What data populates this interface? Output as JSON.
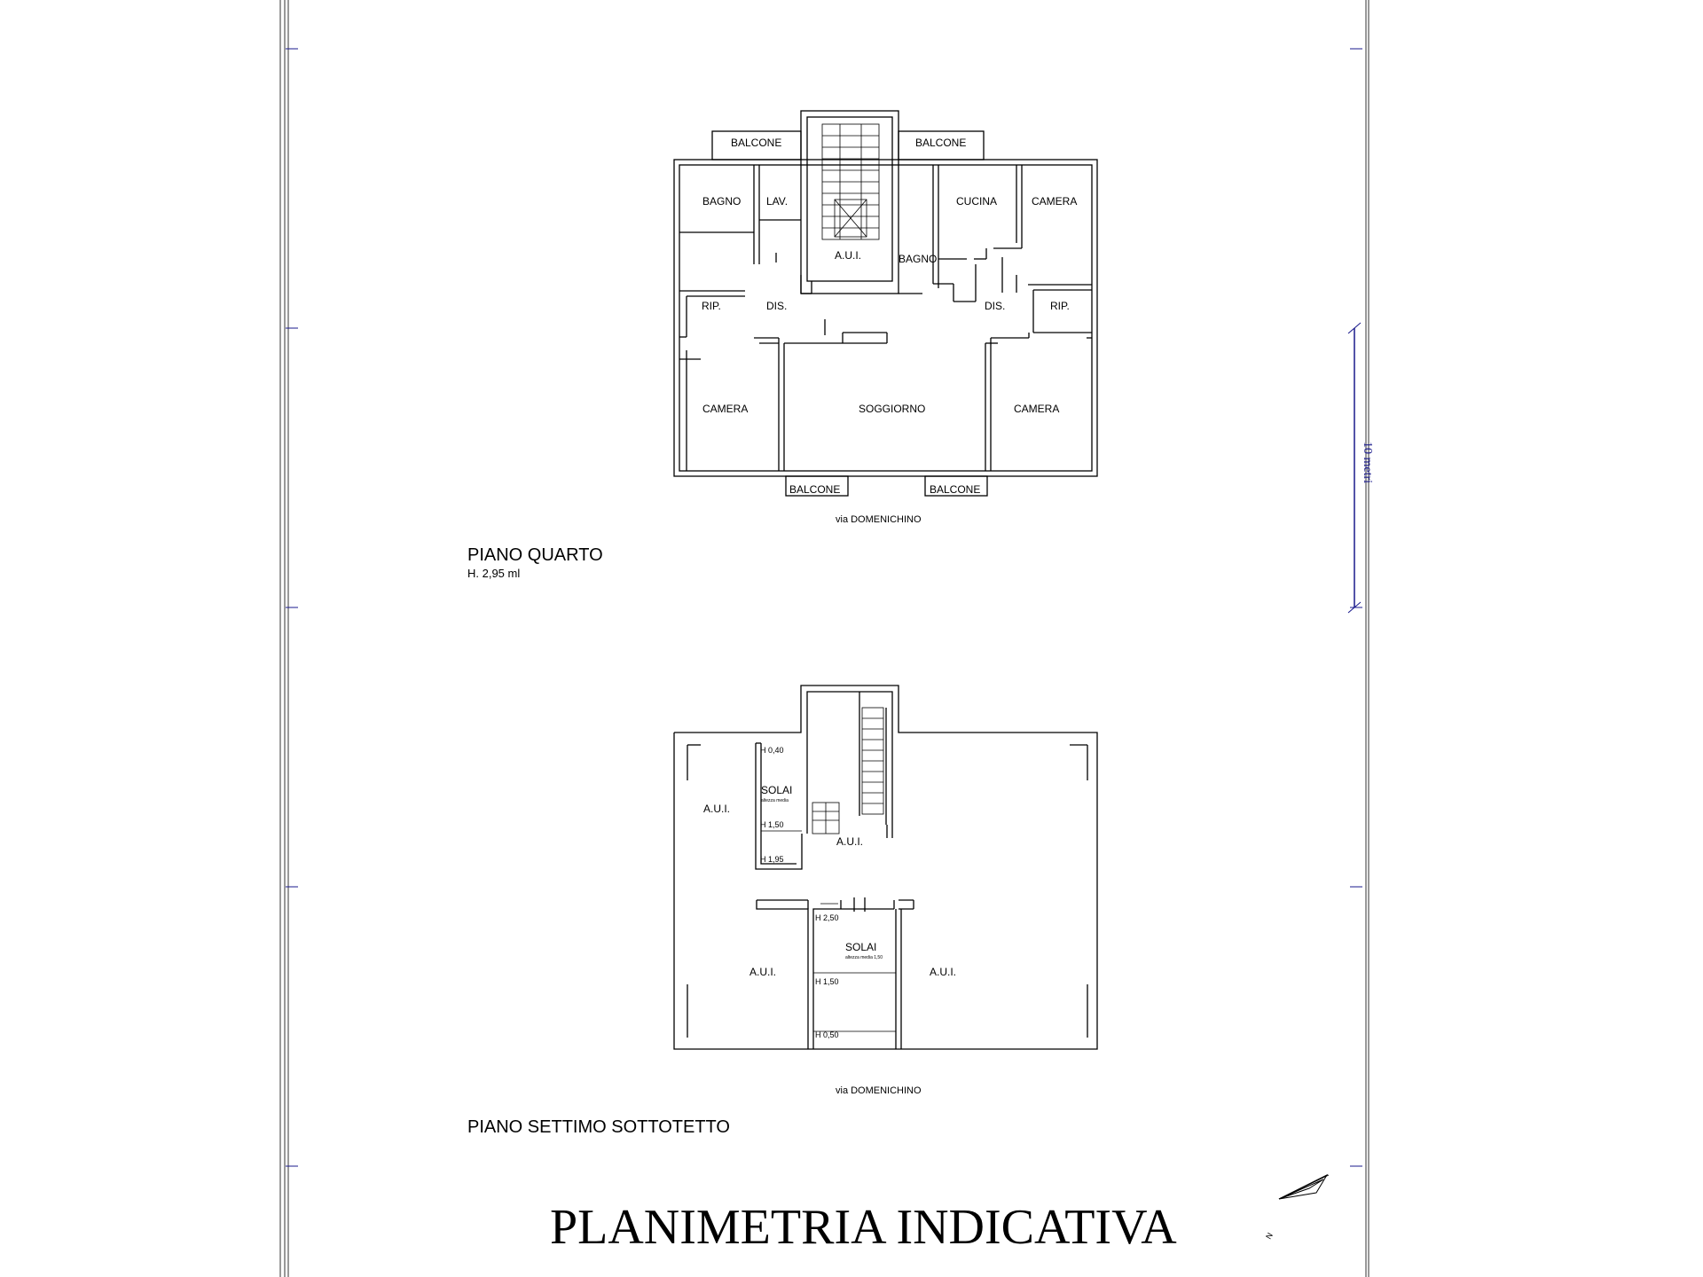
{
  "title": "PLANIMETRIA INDICATIVA",
  "scale_label": "10 metri",
  "north_label": "N",
  "street_label": "via DOMENICHINO",
  "floor4": {
    "name": "PIANO QUARTO",
    "height": "H. 2,95 ml",
    "rooms": {
      "balcone": "BALCONE",
      "bagno": "BAGNO",
      "lav": "LAV.",
      "aui": "A.U.I.",
      "cucina": "CUCINA",
      "camera": "CAMERA",
      "rip": "RIP.",
      "dis": "DIS.",
      "soggiorno": "SOGGIORNO"
    }
  },
  "floor7": {
    "name": "PIANO SETTIMO SOTTOTETTO",
    "rooms": {
      "aui": "A.U.I.",
      "solai": "SOLAI",
      "solai_note": "altezza media",
      "solai_note_b": "altezza media 1,50",
      "h040": "H 0,40",
      "h150": "H 1,50",
      "h195": "H 1,95",
      "h250": "H 2,50",
      "h050": "H 0,50"
    }
  }
}
